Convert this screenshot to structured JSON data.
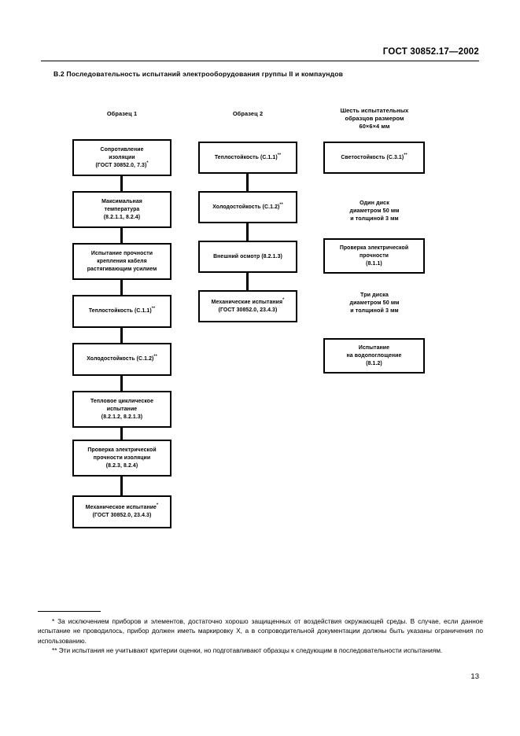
{
  "header": {
    "standard": "ГОСТ 30852.17—2002",
    "page_number": "13"
  },
  "section": {
    "title": "В.2  Последовательность испытаний электрооборудования группы II и компаундов"
  },
  "chart_data": {
    "type": "diagram",
    "title": "В.2  Последовательность испытаний электрооборудования группы II и компаундов",
    "columns": [
      {
        "header": "Образец 1",
        "nodes": [
          "Сопротивление изоляции (ГОСТ 30852.0, 7.3)*",
          "Максимальная температура (8.2.1.1, 8.2.4)",
          "Испытание прочности крепления кабеля растягивающим усилием",
          "Теплостойкость (С.1.1)**",
          "Холодостойкость (С.1.2)**",
          "Тепловое циклическое испытание (8.2.1.2, 8.2.1.3)",
          "Проверка электрической прочности изоляции (8.2.3, 8.2.4)",
          "Механическое испытание* (ГОСТ 30852.0, 23.4.3)"
        ]
      },
      {
        "header": "Образец 2",
        "nodes": [
          "Теплостойкость (С.1.1)**",
          "Холодостойкость (С.1.2)**",
          "Внешний осмотр (8.2.1.3)",
          "Механические испытания* (ГОСТ 30852.0, 23.4.3)"
        ]
      },
      {
        "header": "Шесть испытательных образцов размером 60×6×4 мм",
        "nodes": [
          "Светостойкость (С.3.1)**",
          "Проверка электрической прочности (8.1.1)",
          "Испытание на водопоглощение (8.1.2)"
        ],
        "notes": [
          "Один диск диаметром 50 мм и толщиной 3 мм",
          "Три диска диаметром 50 мм и толщиной 3 мм"
        ]
      }
    ]
  },
  "columns": {
    "col1": {
      "header": "Образец 1",
      "n1_l1": "Сопротивление",
      "n1_l2": "изоляции",
      "n1_l3": "(ГОСТ 30852.0, 7.3)",
      "n1_sup": "*",
      "n2_l1": "Максимальная",
      "n2_l2": "температура",
      "n2_l3": "(8.2.1.1, 8.2.4)",
      "n3_l1": "Испытание прочности",
      "n3_l2": "крепления кабеля",
      "n3_l3": "растягивающим усилием",
      "n4_text": "Теплостойкость (С.1.1)",
      "n4_sup": "**",
      "n5_text": "Холодостойкость (С.1.2)",
      "n5_sup": "**",
      "n6_l1": "Тепловое циклическое",
      "n6_l2": "испытание",
      "n6_l3": "(8.2.1.2, 8.2.1.3)",
      "n7_l1": "Проверка электрической",
      "n7_l2": "прочности изоляции",
      "n7_l3": "(8.2.3, 8.2.4)",
      "n8_l1": "Механическое испытание",
      "n8_sup": "*",
      "n8_l2": "(ГОСТ 30852.0, 23.4.3)"
    },
    "col2": {
      "header": "Образец 2",
      "n1_text": "Теплостойкость (С.1.1)",
      "n1_sup": "**",
      "n2_text": "Холодостойкость (С.1.2)",
      "n2_sup": "**",
      "n3_text": "Внешний осмотр (8.2.1.3)",
      "n4_l1": "Механические испытания",
      "n4_sup": "*",
      "n4_l2": "(ГОСТ 30852.0, 23.4.3)"
    },
    "col3": {
      "header_l1": "Шесть испытательных",
      "header_l2": "образцов размером",
      "header_l3": "60×6×4 мм",
      "n1_text": "Светостойкость (С.3.1)",
      "n1_sup": "**",
      "note1_l1": "Один диск",
      "note1_l2": "диаметром 50 мм",
      "note1_l3": "и толщиной 3 мм",
      "n2_l1": "Проверка электрической",
      "n2_l2": "прочности",
      "n2_l3": "(8.1.1)",
      "note2_l1": "Три диска",
      "note2_l2": "диаметром 50 мм",
      "note2_l3": "и толщиной 3 мм",
      "n3_l1": "Испытание",
      "n3_l2": "на водопоглощение",
      "n3_l3": "(8.1.2)"
    }
  },
  "footnotes": {
    "first": "* За исключением приборов и элементов, достаточно хорошо защищенных от воздействия окружающей среды. В случае, если данное испытание не проводилось, прибор должен иметь маркировку Х, а в сопроводительной документации должны быть указаны ограничения по использованию.",
    "second": "** Эти испытания не учитывают критерии оценки, но подготавливают образцы к следующим в последовательности испытаниям."
  }
}
